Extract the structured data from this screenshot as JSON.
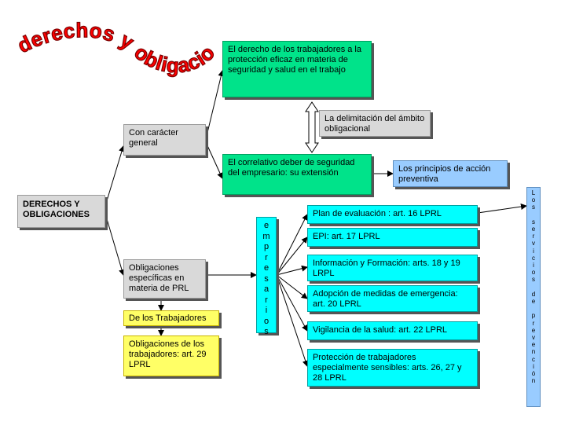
{
  "title": "derechos y obligaciones",
  "nodes": {
    "root": "DERECHOS Y OBLIGACIONES",
    "general": "Con carácter general",
    "especificas": "Obligaciones específicas en materia de PRL",
    "derecho": "El derecho de los trabajadores a la protección eficaz en materia de seguridad y salud en el trabajo",
    "delimitacion": "La delimitación del ámbito obligacional",
    "deber": "El correlativo deber de seguridad del empresario: su extensión",
    "principios": "Los principios de acción preventiva",
    "trabajadores": "De los Trabajadores",
    "obl_trabajadores": "Obligaciones de los trabajadores: art. 29 LPRL",
    "empresarios": "empresarios",
    "servicios": "Los servicios de prevención",
    "items": [
      "Plan de evaluación : art. 16 LPRL",
      "EPI: art. 17 LPRL",
      "Información y Formación: arts. 18 y 19 LRPL",
      "Adopción de medidas de emergencia: art. 20 LPRL",
      "Vigilancia de la salud: art. 22 LPRL",
      "Protección de trabajadores especialmente sensibles: arts. 26, 27 y 28 LPRL"
    ]
  },
  "colors": {
    "title_fill": "#ff0000",
    "grey": "#d9d9d9",
    "green": "#00e38a",
    "yellow": "#ffff66",
    "cyan": "#00ffff",
    "blue": "#99ccff"
  }
}
